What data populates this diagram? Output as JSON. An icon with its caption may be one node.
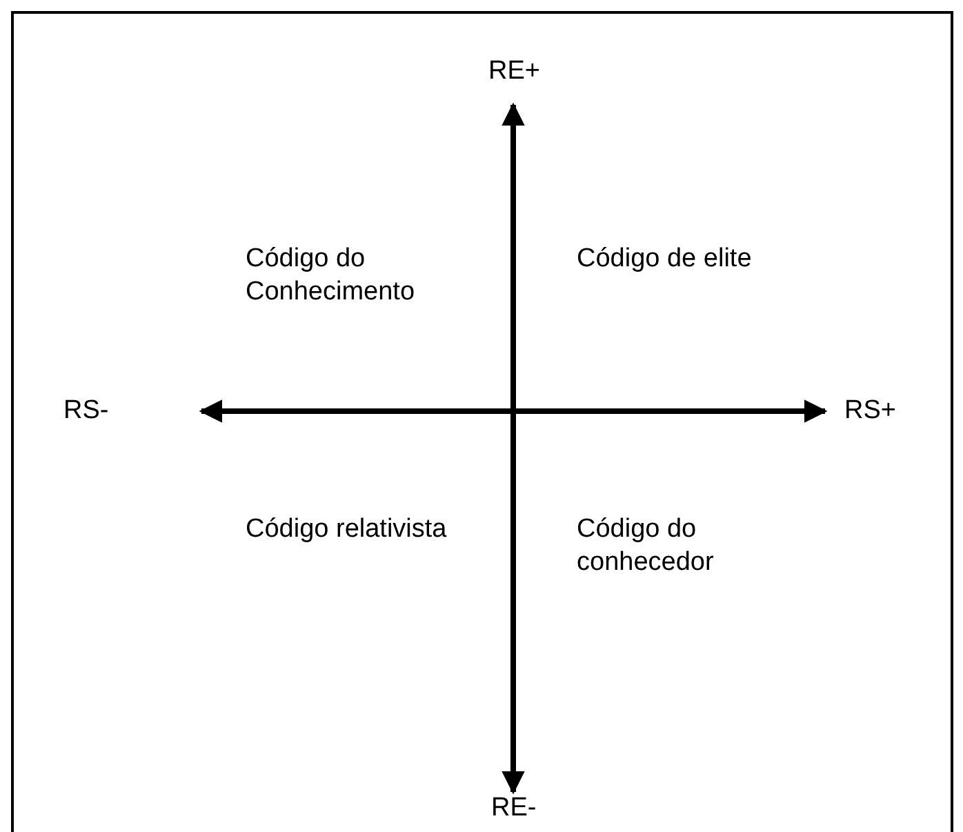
{
  "diagram": {
    "labels": [
      "RE+",
      "Código do Conhecimento",
      "Código de elite",
      "RS-",
      "RS+",
      "Código relativista",
      "Código do conhecedor",
      "RE-"
    ]
  }
}
